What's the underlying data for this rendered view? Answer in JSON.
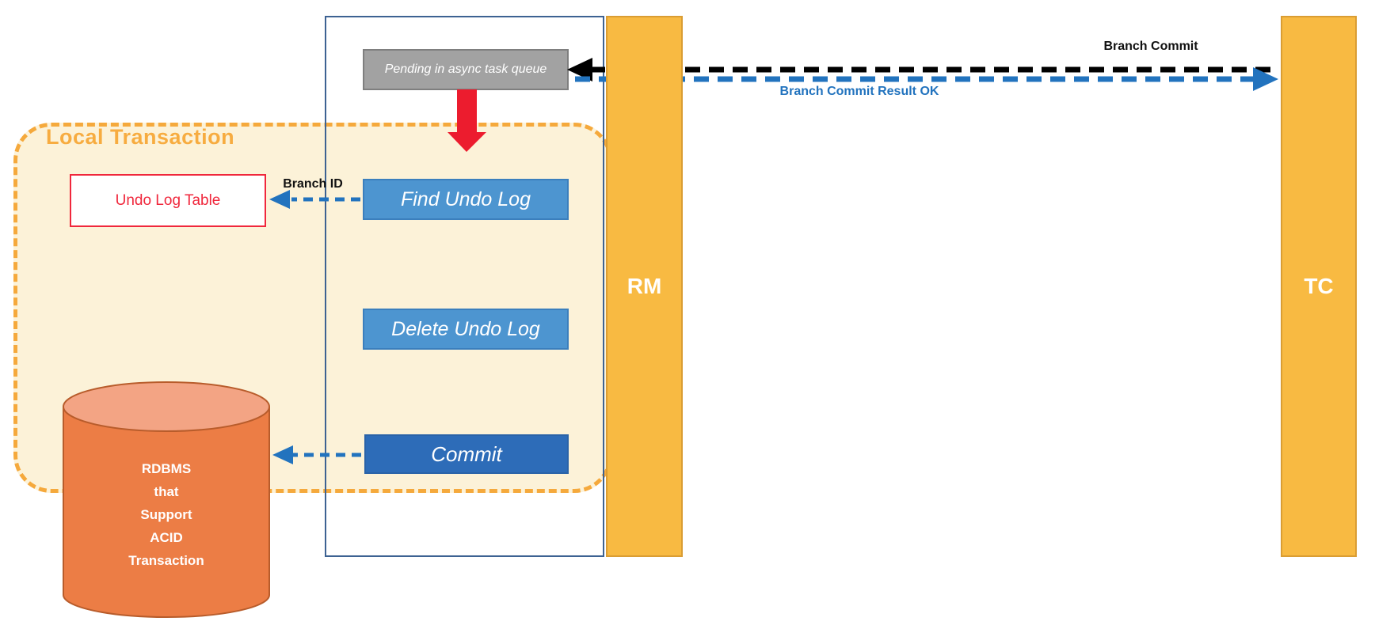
{
  "diagram": {
    "local_transaction_label": "Local Transaction",
    "queue_label": "Pending in async task queue",
    "find_label": "Find Undo Log",
    "delete_label": "Delete Undo Log",
    "commit_label": "Commit",
    "undo_table_label": "Undo Log Table",
    "db_lines": [
      "RDBMS",
      "that",
      "Support",
      "ACID",
      "Transaction"
    ],
    "rm_label": "RM",
    "tc_label": "TC",
    "arrows": {
      "branch_commit": "Branch Commit",
      "branch_commit_result": "Branch Commit Result OK",
      "branch_id": "Branch ID"
    },
    "colors": {
      "lifeline_fill": "#F8BA42",
      "local_transaction_fill": "#FCF2D8",
      "local_transaction_border": "#F5A93C",
      "step_fill": "#4D95D0",
      "commit_fill": "#2D6CB8",
      "queue_fill": "#A2A2A2",
      "db_fill": "#EC7D45",
      "db_top_fill": "#F3A484",
      "undo_table_border": "#F0273C",
      "arrow_blue": "#2273BE",
      "arrow_black": "#000000",
      "arrow_red": "#EC1C2E"
    }
  }
}
